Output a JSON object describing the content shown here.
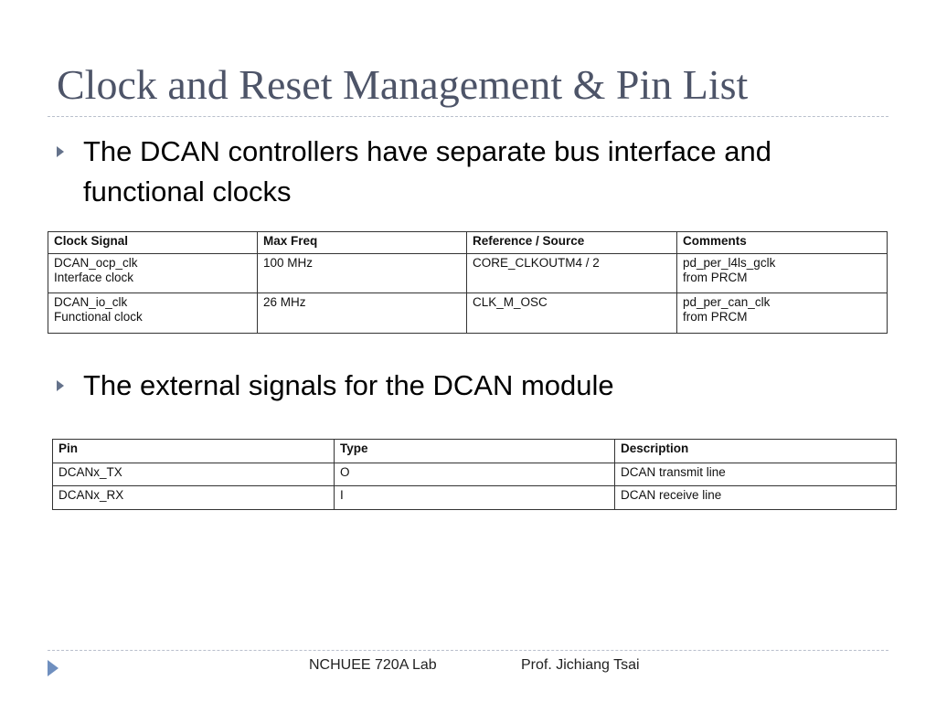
{
  "slide": {
    "title": "Clock and Reset Management & Pin List",
    "bullet1": "The DCAN controllers have separate bus interface and functional clocks",
    "bullet2": "The external signals for the DCAN module"
  },
  "clock_table": {
    "headers": [
      "Clock Signal",
      "Max Freq",
      "Reference / Source",
      "Comments"
    ],
    "rows": [
      {
        "signal": "DCAN_ocp_clk",
        "signal_desc": "Interface clock",
        "freq": "100 MHz",
        "source": "CORE_CLKOUTM4 / 2",
        "comment": "pd_per_l4ls_gclk",
        "comment2": "from PRCM"
      },
      {
        "signal": "DCAN_io_clk",
        "signal_desc": "Functional clock",
        "freq": "26 MHz",
        "source": "CLK_M_OSC",
        "comment": "pd_per_can_clk",
        "comment2": "from PRCM"
      }
    ]
  },
  "pin_table": {
    "headers": [
      "Pin",
      "Type",
      "Description"
    ],
    "rows": [
      {
        "pin": "DCANx_TX",
        "type": "O",
        "desc": "DCAN transmit line"
      },
      {
        "pin": "DCANx_RX",
        "type": "I",
        "desc": "DCAN receive line"
      }
    ]
  },
  "footer": {
    "lab": "NCHUEE 720A Lab",
    "prof": "Prof. Jichiang Tsai"
  },
  "colors": {
    "title": "#4d5468",
    "bullet_marker": "#64728b",
    "footer_marker": "#6f8fbf",
    "rule": "#b9bfcc"
  }
}
